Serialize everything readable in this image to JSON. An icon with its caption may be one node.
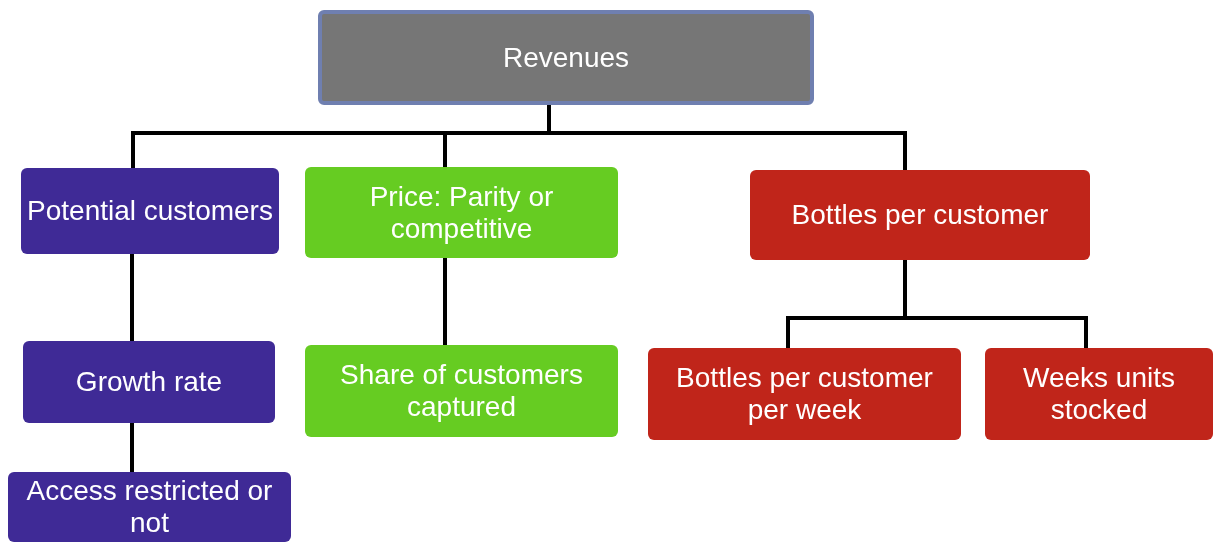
{
  "diagram": {
    "nodes": [
      {
        "text": [
          "Revenues"
        ]
      },
      {
        "text": [
          "Potential customers"
        ]
      },
      {
        "text": [
          "Price:  Parity or competitive"
        ]
      },
      {
        "text": [
          "Bottles per customer"
        ]
      },
      {
        "text": [
          "Growth rate"
        ]
      },
      {
        "text": [
          "Share of customers captured"
        ]
      },
      {
        "text": [
          "Bottles per customer per week"
        ]
      },
      {
        "text": [
          "Weeks units stocked"
        ]
      },
      {
        "text": [
          "Access restricted or not"
        ]
      }
    ],
    "edges": [
      {
        "from": 0,
        "to": 1,
        "arrow": "none"
      },
      {
        "from": 0,
        "to": 2,
        "arrow": "none"
      },
      {
        "from": 0,
        "to": 3,
        "arrow": "none"
      },
      {
        "from": 1,
        "to": 4,
        "arrow": "none"
      },
      {
        "from": 2,
        "to": 5,
        "arrow": "none"
      },
      {
        "from": 3,
        "to": 6,
        "arrow": "none"
      },
      {
        "from": 3,
        "to": 7,
        "arrow": "none"
      },
      {
        "from": 4,
        "to": 8,
        "arrow": "none"
      }
    ]
  }
}
